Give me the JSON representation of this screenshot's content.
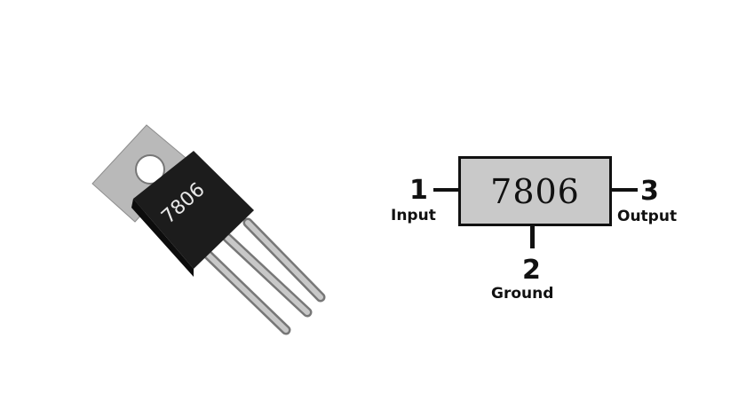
{
  "photo": {
    "part_marking": "7806"
  },
  "schematic": {
    "part_label": "7806",
    "pins": [
      {
        "number": "1",
        "name": "Input"
      },
      {
        "number": "2",
        "name": "Ground"
      },
      {
        "number": "3",
        "name": "Output"
      }
    ]
  }
}
